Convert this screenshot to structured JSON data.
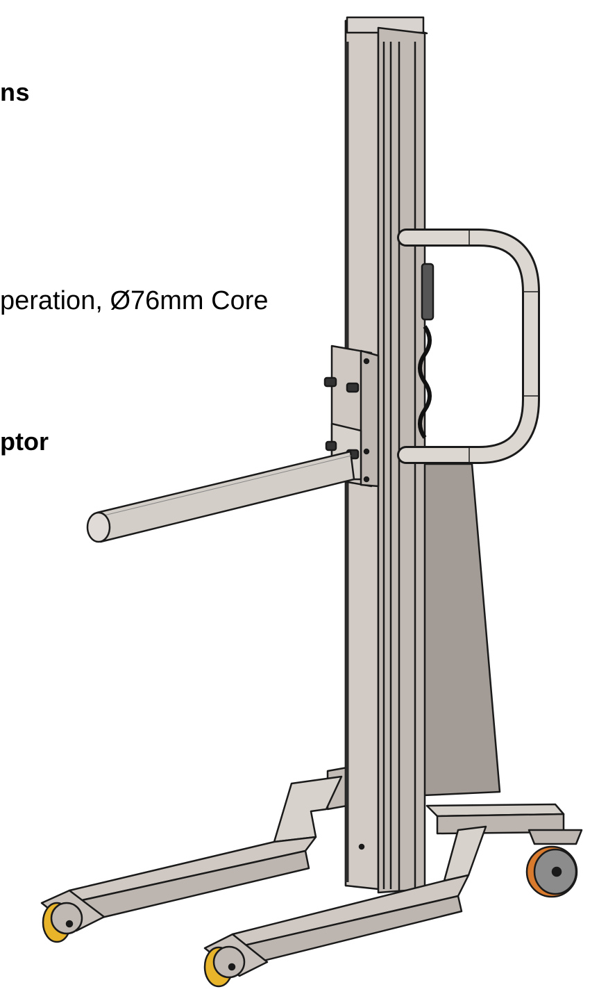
{
  "document": {
    "heading_top": "ns",
    "description_line": "peration, Ø76mm Core",
    "heading_bottom": "ptor"
  },
  "illustration": {
    "subject": "lifter-with-roll-core-arm",
    "colors": {
      "mast": "#cbc4be",
      "mast_shadow": "#a9a29c",
      "base": "#c8c1bb",
      "handle": "#ddd7d2",
      "outline": "#1a1a1a",
      "wheel_yellow": "#e8b52a",
      "wheel_orange": "#d97a2c",
      "wheel_grey": "#8c8c8c"
    }
  }
}
